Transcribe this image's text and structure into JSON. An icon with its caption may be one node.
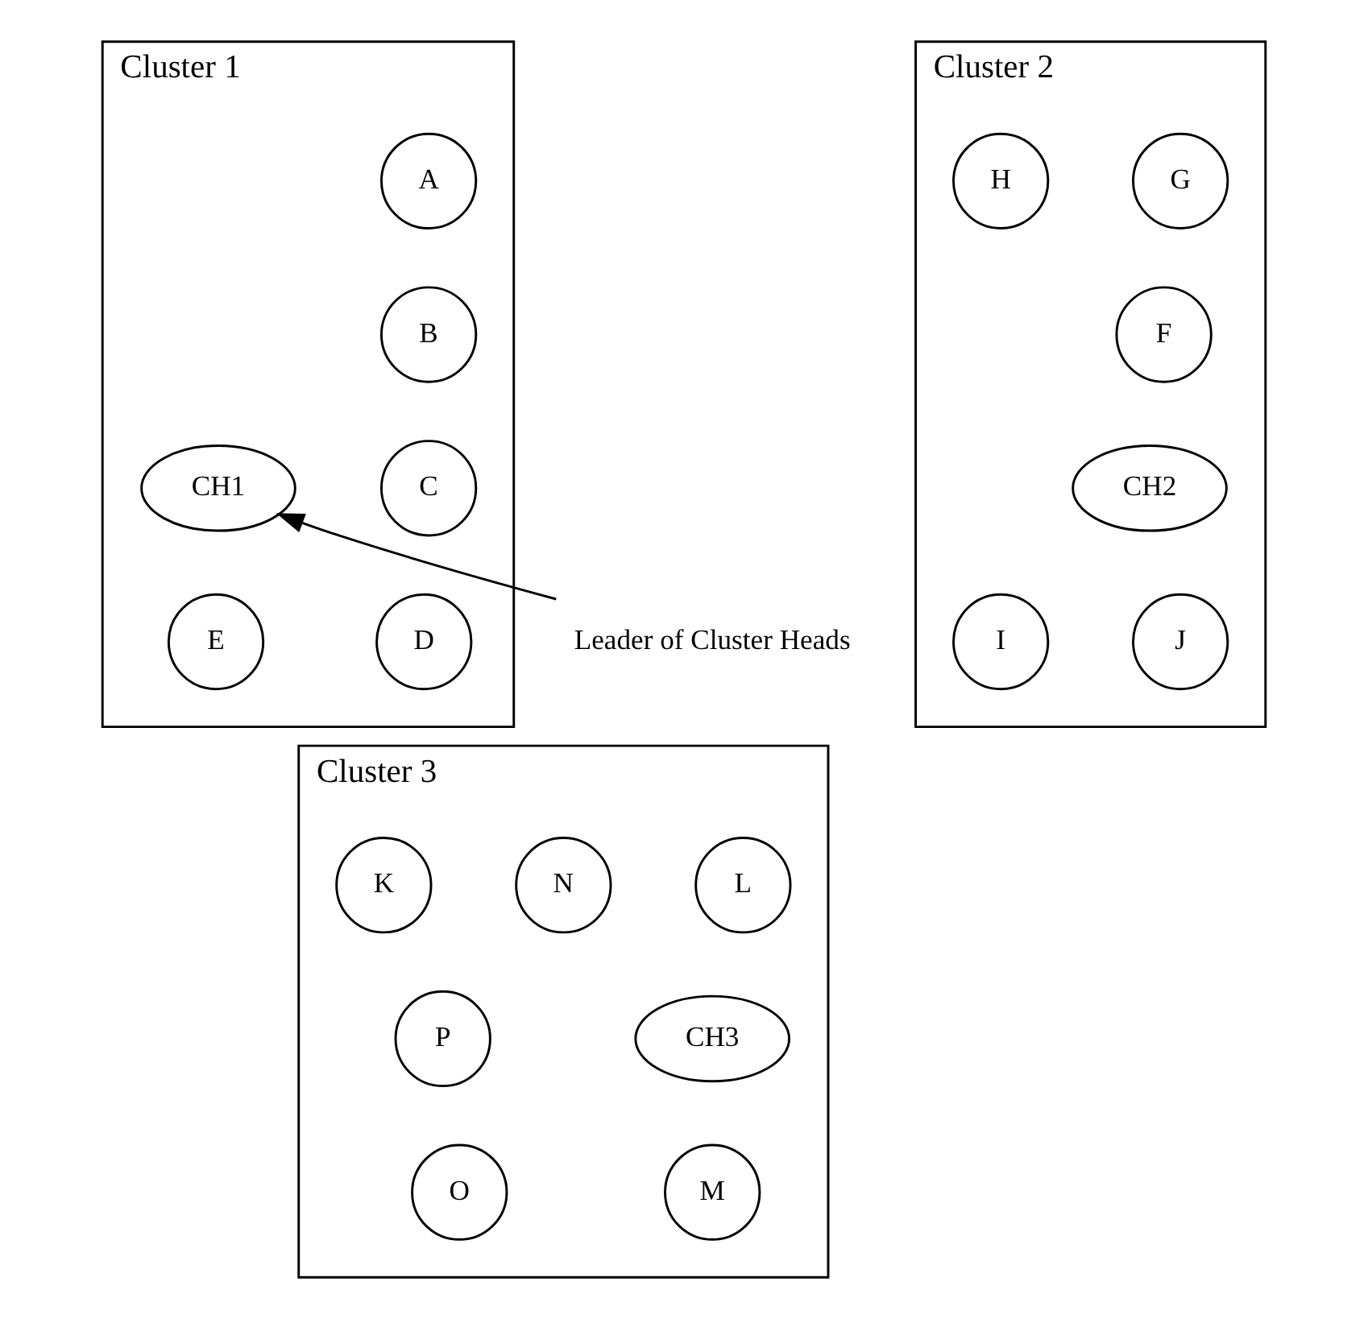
{
  "diagram": {
    "nodes": [
      {
        "text": [
          "Cluster 1"
        ]
      },
      {
        "text": [
          "A"
        ],
        "in": 0
      },
      {
        "text": [
          "B"
        ],
        "in": 0
      },
      {
        "text": [
          "C"
        ],
        "in": 0
      },
      {
        "text": [
          "CH1"
        ],
        "in": 0
      },
      {
        "text": [
          "D"
        ],
        "in": 0
      },
      {
        "text": [
          "E"
        ],
        "in": 0
      },
      {
        "text": [
          "Cluster 2"
        ]
      },
      {
        "text": [
          "G"
        ],
        "in": 7
      },
      {
        "text": [
          "H"
        ],
        "in": 7
      },
      {
        "text": [
          "F"
        ],
        "in": 7
      },
      {
        "text": [
          "CH2"
        ],
        "in": 7
      },
      {
        "text": [
          "J"
        ],
        "in": 7
      },
      {
        "text": [
          "I"
        ],
        "in": 7
      },
      {
        "text": [
          "Cluster 3"
        ]
      },
      {
        "text": [
          "L"
        ],
        "in": 14
      },
      {
        "text": [
          "N"
        ],
        "in": 14
      },
      {
        "text": [
          "K"
        ],
        "in": 14
      },
      {
        "text": [
          "P"
        ],
        "in": 14
      },
      {
        "text": [
          "CH3"
        ],
        "in": 14
      },
      {
        "text": [
          "M"
        ],
        "in": 14
      },
      {
        "text": [
          "O"
        ],
        "in": 14
      },
      {
        "text": [
          "Leader of Cluster Heads"
        ]
      }
    ],
    "edges": [
      {
        "from": 22,
        "to": 4,
        "arrow": "to"
      }
    ]
  }
}
